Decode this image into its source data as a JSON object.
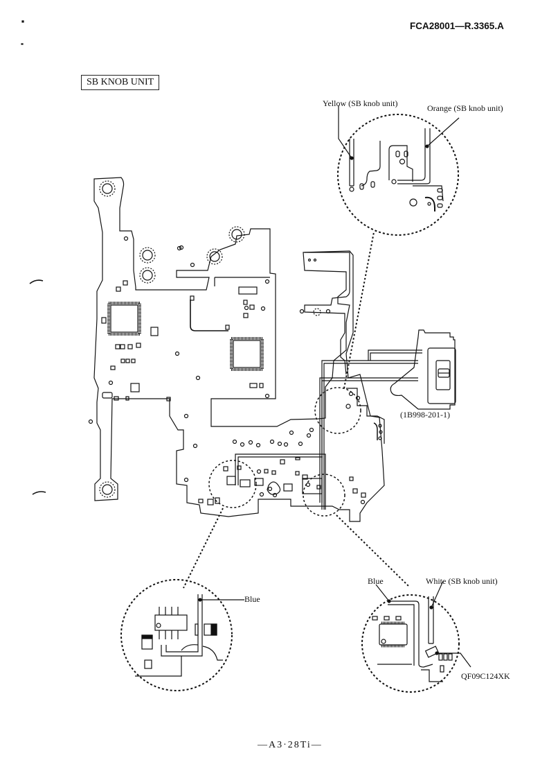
{
  "header": {
    "doc_id": "FCA28001—R.3365.A"
  },
  "section": {
    "title": "SB KNOB UNIT"
  },
  "callouts": {
    "yellow": "Yellow (SB knob unit)",
    "orange": "Orange (SB knob unit)",
    "part_number": "(1B998-201-1)",
    "blue_left": "Blue",
    "blue_right": "Blue",
    "white": "White (SB knob unit)",
    "component": "QF09C124XK"
  },
  "footer": {
    "page": "—A3·28Ti—"
  }
}
